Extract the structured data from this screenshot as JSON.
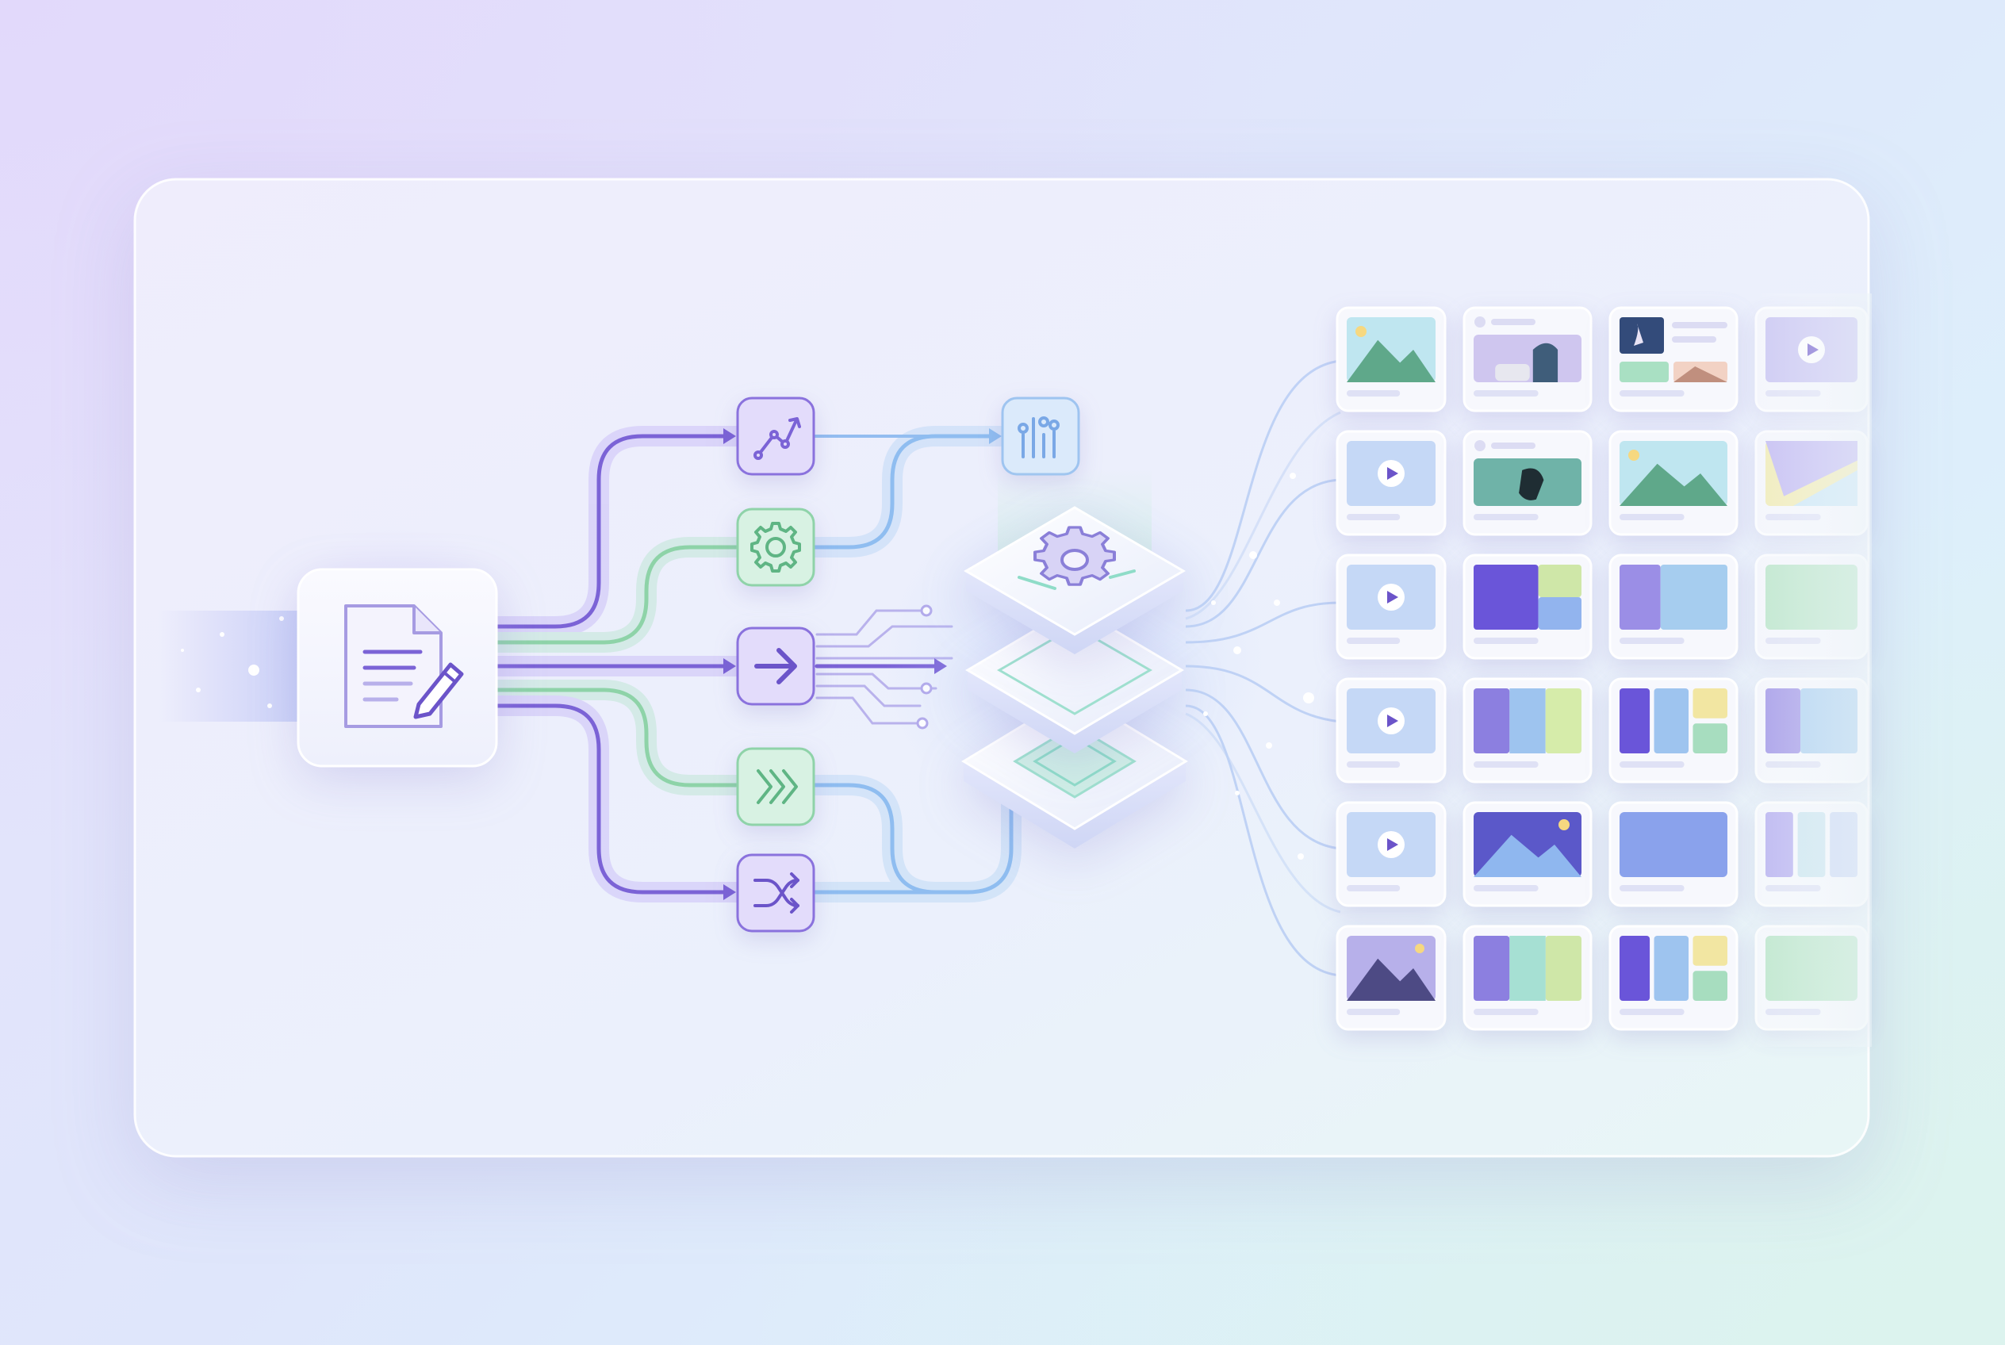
{
  "colors": {
    "background_start": "#e6e1fb",
    "background_end": "#def3f1",
    "panel": "#f3f2fc",
    "purple": "#7b63d6",
    "purple_light": "#c9bff2",
    "green": "#7ccc9a",
    "green_light": "#cdeedb",
    "blue": "#7fb2ec",
    "blue_light": "#c9e1f8",
    "teal": "#9fe0cf"
  },
  "input_node": {
    "icon": "document-edit-icon"
  },
  "process_nodes": [
    {
      "id": "trend",
      "icon": "trend-line-icon",
      "tone": "purple"
    },
    {
      "id": "settings",
      "icon": "gear-icon",
      "tone": "green"
    },
    {
      "id": "forward",
      "icon": "arrow-right-icon",
      "tone": "purple"
    },
    {
      "id": "fast-forward",
      "icon": "triple-chevron-icon",
      "tone": "green"
    },
    {
      "id": "shuffle",
      "icon": "shuffle-icon",
      "tone": "purple"
    }
  ],
  "tuning_node": {
    "icon": "sliders-icon"
  },
  "engine": {
    "icon": "gear-icon",
    "layers": 3
  },
  "output_grid": {
    "rows": 6,
    "columns": 4,
    "cards": [
      [
        "landscape",
        "people-photo",
        "collage",
        "video"
      ],
      [
        "video",
        "object-photo",
        "landscape",
        "wedge"
      ],
      [
        "video",
        "block-2",
        "split",
        "plain"
      ],
      [
        "video",
        "triptych",
        "mosaic",
        "split"
      ],
      [
        "video",
        "landscape-night",
        "plain",
        "columns"
      ],
      [
        "landscape-dusk",
        "triptych",
        "mosaic",
        "plain"
      ]
    ]
  }
}
